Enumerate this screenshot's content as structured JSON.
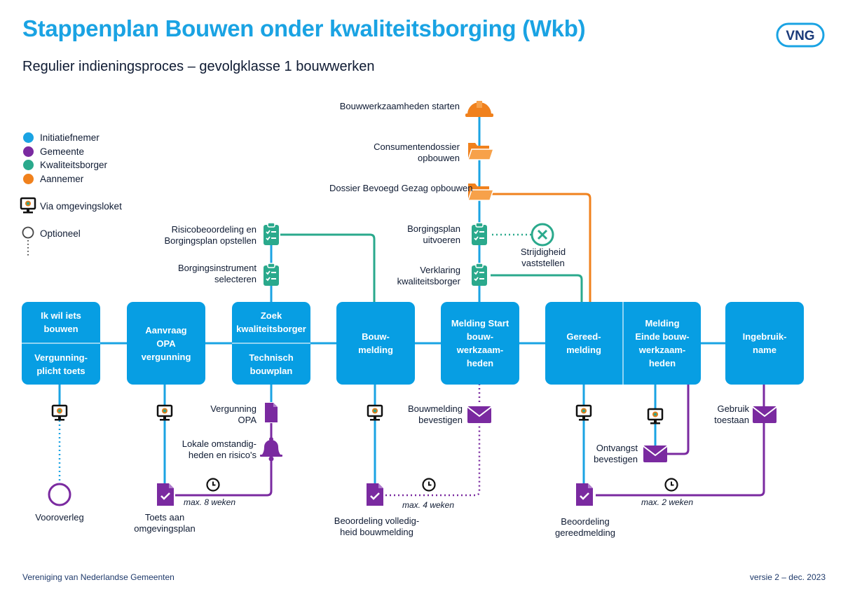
{
  "header": {
    "title": "Stappenplan Bouwen onder kwaliteitsborging (Wkb)",
    "subtitle": "Regulier indieningsproces – gevolgklasse 1 bouwwerken",
    "logo_text": "VNG"
  },
  "legend": {
    "items": [
      {
        "label": "Initiatiefnemer",
        "color": "#1aa3e3"
      },
      {
        "label": "Gemeente",
        "color": "#7a2aa0"
      },
      {
        "label": "Kwaliteitsborger",
        "color": "#2aa98c"
      },
      {
        "label": "Aannemer",
        "color": "#f0811d"
      }
    ],
    "loket_label": "Via omgevingsloket",
    "optional_label": "Optioneel"
  },
  "steps": {
    "s1_top": "Ik wil iets bouwen",
    "s1_bottom": "Vergunning-plicht toets",
    "s2": "Aanvraag OPA vergunning",
    "s3_top": "Zoek kwaliteitsborger",
    "s3_bottom": "Technisch bouwplan",
    "s4": "Bouw-melding",
    "s5": "Melding Start bouw-werkzaam-heden",
    "s6": "Gereed-melding",
    "s7": "Melding Einde bouw-werkzaam-heden",
    "s8": "Ingebruik-name"
  },
  "upper": {
    "bouwwerk_start": "Bouwwerkzaamheden starten",
    "consumentendossier": "Consumentendossier opbouwen",
    "dossier_bg": "Dossier Bevoegd Gezag opbouwen",
    "borgingsplan_uitvoeren": "Borgingsplan uitvoeren",
    "strijdigheid": "Strijdigheid vaststellen",
    "verklaring": "Verklaring kwaliteitsborger",
    "risico": "Risicobeoordeling en Borgingsplan opstellen",
    "borgingsinstrument": "Borgingsinstrument selecteren"
  },
  "lower": {
    "vooroverleg": "Vooroverleg",
    "vergunning_opa": "Vergunning OPA",
    "lokale": "Lokale omstandig-heden en risico's",
    "toets": "Toets aan omgevingsplan",
    "max8": "max. 8 weken",
    "bouwmelding_bevestigen": "Bouwmelding bevestigen",
    "beoordeling_volledigheid": "Beoordeling volledig-heid bouwmelding",
    "max4": "max. 4 weken",
    "ontvangst": "Ontvangst bevestigen",
    "gebruik": "Gebruik toestaan",
    "beoordeling_gereed": "Beoordeling gereedmelding",
    "max2": "max. 2 weken"
  },
  "footer": {
    "left": "Vereniging van Nederlandse Gemeenten",
    "right": "versie 2 – dec. 2023"
  },
  "colors": {
    "blue": "#1aa3e3",
    "purple": "#7a2aa0",
    "green": "#2aa98c",
    "orange": "#f0811d"
  }
}
